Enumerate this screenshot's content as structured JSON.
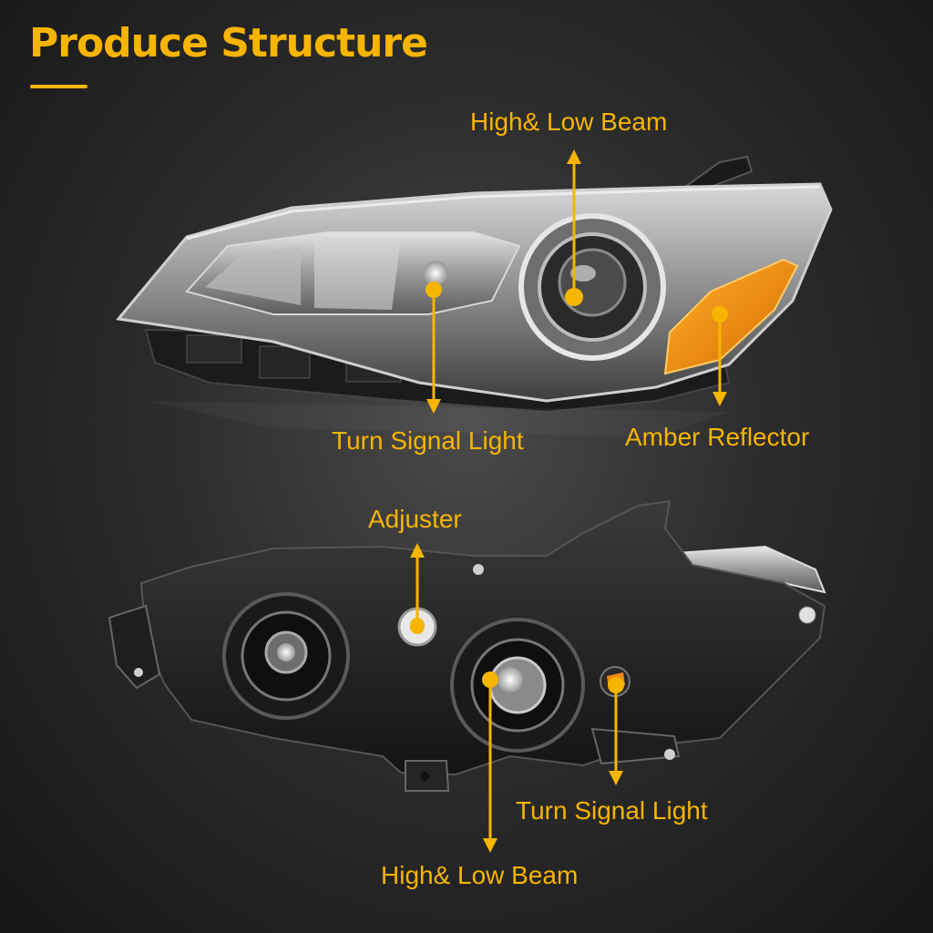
{
  "title": "Produce Structure",
  "colors": {
    "accent": "#f7b500",
    "amber_lens": "#f08a10"
  },
  "callouts": {
    "front_high_low_beam": "High& Low Beam",
    "front_turn_signal": "Turn Signal Light",
    "front_amber_reflector": "Amber Reflector",
    "rear_adjuster": "Adjuster",
    "rear_turn_signal": "Turn Signal Light",
    "rear_high_low_beam": "High& Low Beam"
  }
}
